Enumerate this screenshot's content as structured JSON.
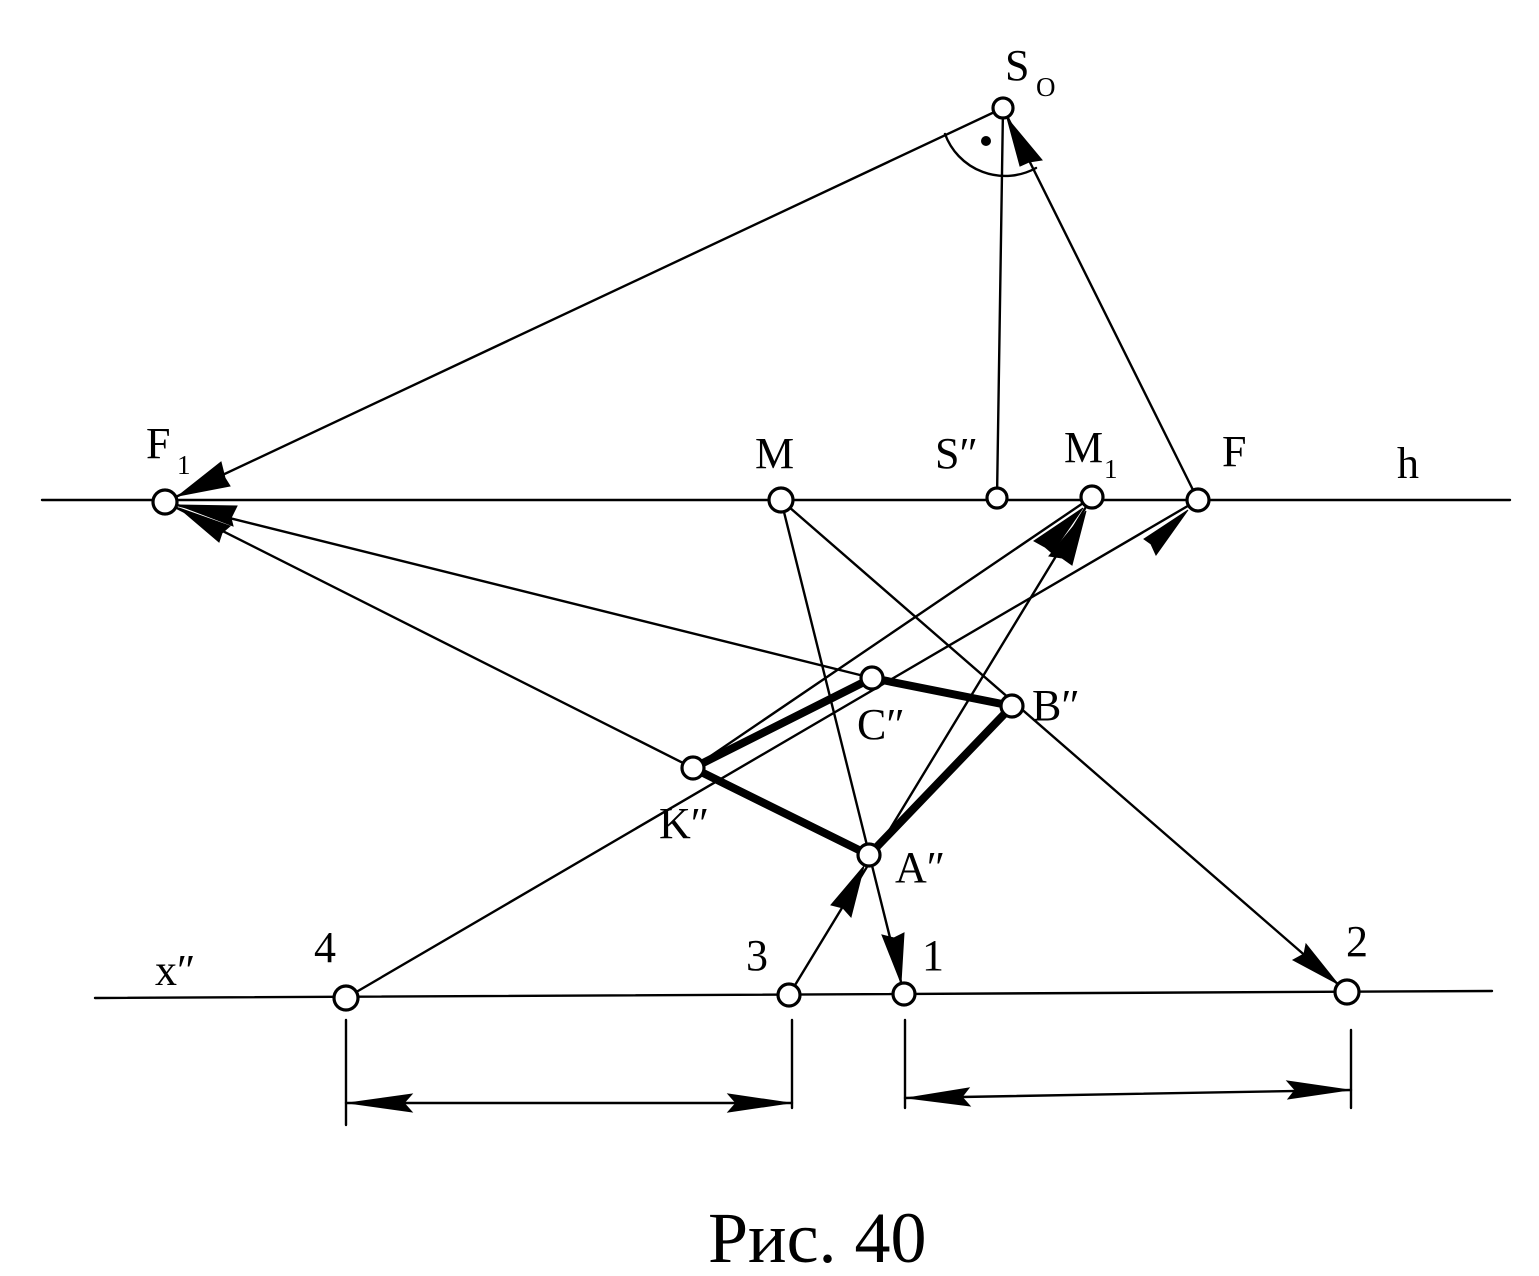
{
  "caption": "Рис. 40",
  "lines": {
    "horizon": "h",
    "ground": "x″"
  },
  "points": {
    "S0": {
      "label": "S",
      "subscript": "O"
    },
    "F1": {
      "label": "F",
      "subscript": "1"
    },
    "M": {
      "label": "M"
    },
    "S2": {
      "label": "S″"
    },
    "M1": {
      "label": "M",
      "subscript": "1"
    },
    "F": {
      "label": "F"
    },
    "C": {
      "label": "C″"
    },
    "B": {
      "label": "B″"
    },
    "K": {
      "label": "K″"
    },
    "A": {
      "label": "A″"
    },
    "p4": {
      "label": "4"
    },
    "p3": {
      "label": "3"
    },
    "p1": {
      "label": "1"
    },
    "p2": {
      "label": "2"
    }
  }
}
